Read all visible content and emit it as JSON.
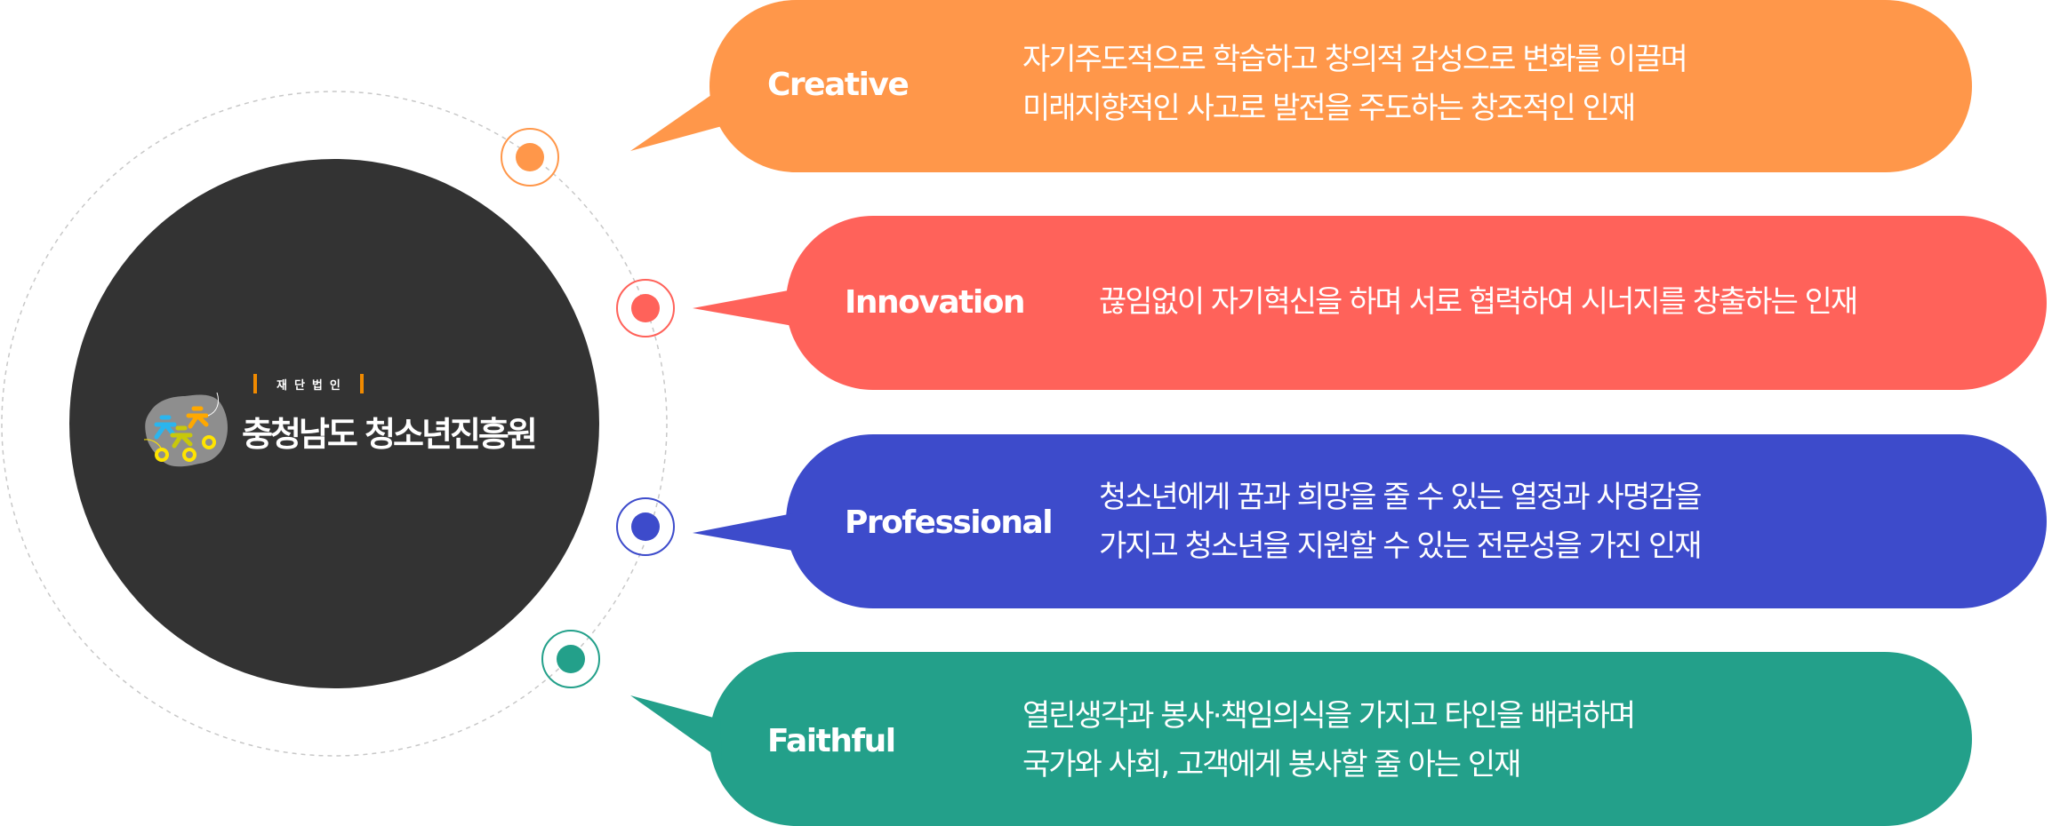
{
  "organization": {
    "prefix": "재단법인",
    "name": "충청남도 청소년진흥원",
    "logo_colors": {
      "blob": "#8E8E8E",
      "blue_char": "#2BB5EE",
      "olive_char": "#C8C80A",
      "orange_char": "#FFA800",
      "yellow_ring": "#FFE400",
      "prefix_bar": "#F08A00"
    }
  },
  "colors": {
    "center_circle": "#333333",
    "orbit_dash": "#C8C8C8",
    "background": "#FFFFFF"
  },
  "values": [
    {
      "key": "creative",
      "label": "Creative",
      "color": "#FF974A",
      "lines": [
        "자기주도적으로 학습하고 창의적 감성으로 변화를 이끌며",
        "미래지향적인 사고로 발전을 주도하는 창조적인 인재"
      ]
    },
    {
      "key": "innovation",
      "label": "Innovation",
      "color": "#FF625A",
      "lines": [
        "끊임없이 자기혁신을 하며 서로 협력하여 시너지를 창출하는 인재"
      ]
    },
    {
      "key": "professional",
      "label": "Professional",
      "color": "#3D4BCB",
      "lines": [
        "청소년에게 꿈과 희망을 줄 수 있는 열정과 사명감을",
        "가지고 청소년을 지원할 수 있는 전문성을 가진 인재"
      ]
    },
    {
      "key": "faithful",
      "label": "Faithful",
      "color": "#23A08A",
      "lines": [
        "열린생각과 봉사·책임의식을 가지고 타인을 배려하며",
        "국가와 사회, 고객에게 봉사할 줄 아는 인재"
      ]
    }
  ]
}
